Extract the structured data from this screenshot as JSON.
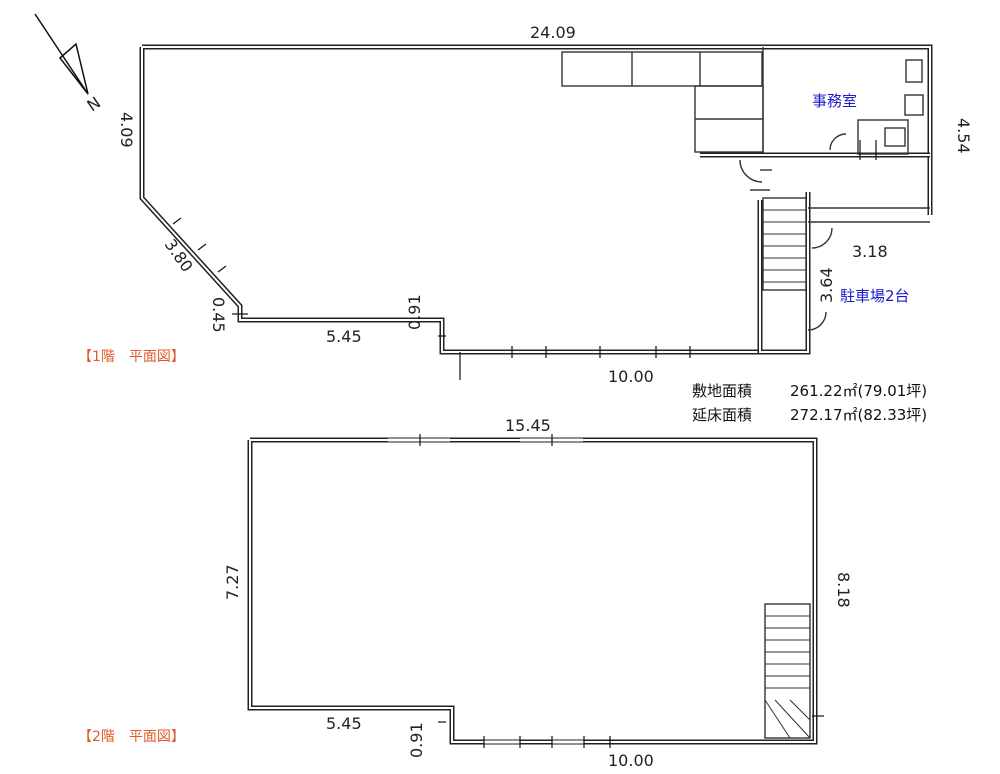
{
  "colors": {
    "room_label": "#1a1acc",
    "floor_label": "#e05a2a",
    "wall": "#222222"
  },
  "north_symbol": "N",
  "floor1": {
    "label": "【1階　平面図】",
    "dims": {
      "top": "24.09",
      "left": "4.09",
      "diag": "3.80",
      "step_v": "0.45",
      "bottom_left": "5.45",
      "step_v2": "0.91",
      "bottom_right": "10.00",
      "right_upper": "4.54",
      "right_mid": "3.18",
      "stair": "3.64"
    },
    "rooms": {
      "office": "事務室",
      "parking": "駐車場2台"
    }
  },
  "area_info": [
    {
      "label": "敷地面積",
      "value": "261.22㎡(79.01坪)"
    },
    {
      "label": "延床面積",
      "value": "272.17㎡(82.33坪)"
    }
  ],
  "floor2": {
    "label": "【2階　平面図】",
    "dims": {
      "top": "15.45",
      "left": "7.27",
      "right": "8.18",
      "bottom_left": "5.45",
      "step_v": "0.91",
      "bottom_right": "10.00"
    }
  }
}
